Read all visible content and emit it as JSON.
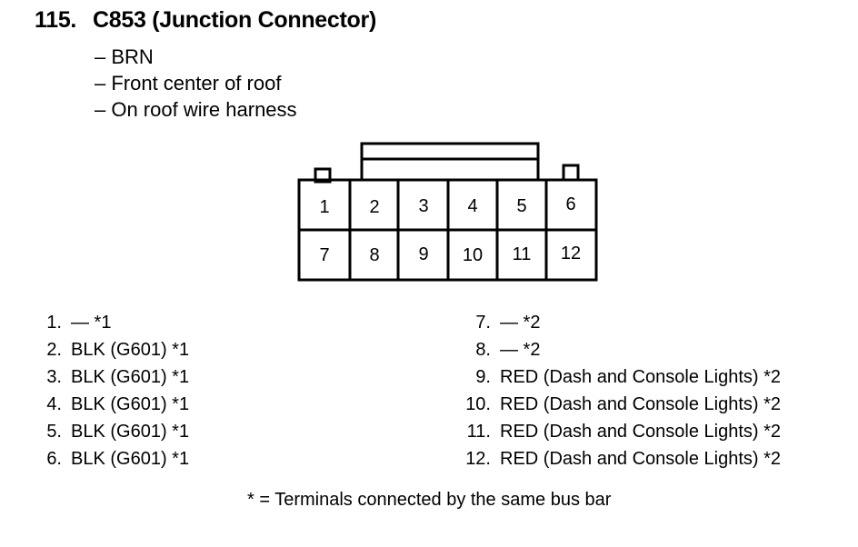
{
  "title": {
    "number": "115.",
    "text": "C853 (Junction Connector)"
  },
  "details": [
    "– BRN",
    "– Front center of roof",
    "– On roof wire harness"
  ],
  "connector": {
    "top_row": [
      "1",
      "2",
      "3",
      "4",
      "5",
      "6"
    ],
    "bottom_row": [
      "7",
      "8",
      "9",
      "10",
      "11",
      "12"
    ]
  },
  "pins_left": [
    {
      "num": "1.",
      "desc": "— *1"
    },
    {
      "num": "2.",
      "desc": "BLK (G601) *1"
    },
    {
      "num": "3.",
      "desc": "BLK (G601) *1"
    },
    {
      "num": "4.",
      "desc": "BLK (G601) *1"
    },
    {
      "num": "5.",
      "desc": "BLK (G601) *1"
    },
    {
      "num": "6.",
      "desc": "BLK (G601) *1"
    }
  ],
  "pins_right": [
    {
      "num": "7.",
      "desc": "— *2"
    },
    {
      "num": "8.",
      "desc": "— *2"
    },
    {
      "num": "9.",
      "desc": "RED (Dash and Console Lights) *2"
    },
    {
      "num": "10.",
      "desc": "RED (Dash and Console Lights) *2"
    },
    {
      "num": "11.",
      "desc": "RED (Dash and Console Lights) *2"
    },
    {
      "num": "12.",
      "desc": "RED (Dash and Console Lights) *2"
    }
  ],
  "footnote": "* = Terminals connected by the same bus bar"
}
